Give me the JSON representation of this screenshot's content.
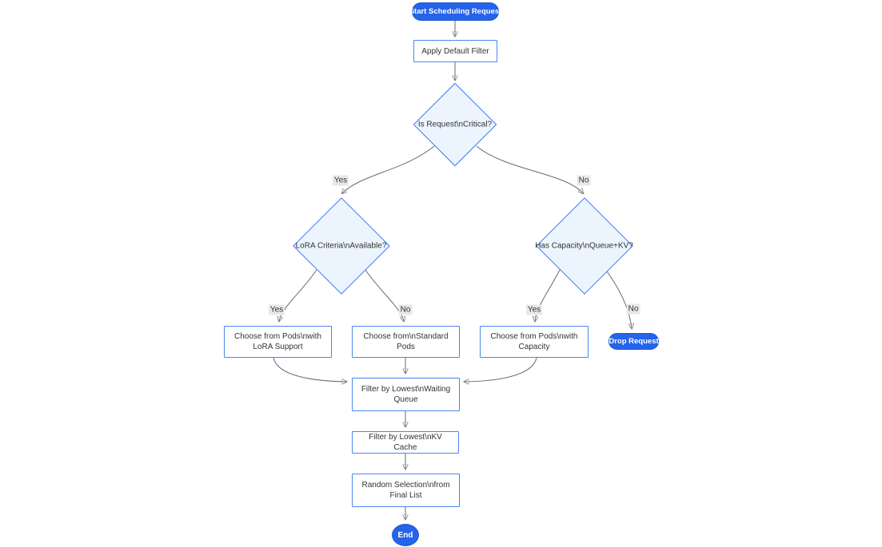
{
  "diagram": {
    "type": "flowchart",
    "orientation": "top-down",
    "colors": {
      "accent_fill": "#2563eb",
      "accent_border": "#2058c9",
      "decision_fill": "#ecf4fd",
      "node_border": "#4e86ec",
      "edge_line": "#666a70",
      "arrow_head": "#2f2f2f",
      "edge_label_bg": "#e8e8e8",
      "text_dark": "#333333",
      "text_light": "#ffffff",
      "background": "#ffffff"
    },
    "nodes": {
      "start": {
        "shape": "stadium",
        "label": "Start Scheduling Request"
      },
      "apply_default_filter": {
        "shape": "rect",
        "label": "Apply Default Filter"
      },
      "is_request_critical": {
        "shape": "diamond",
        "label": "Is Request\\nCritical?"
      },
      "lora_criteria_available": {
        "shape": "diamond",
        "label": "LoRA Criteria\\nAvailable?"
      },
      "has_capacity_queue_kv": {
        "shape": "diamond",
        "label": "Has Capacity\\nQueue+KV?"
      },
      "choose_pods_lora": {
        "shape": "rect",
        "label": [
          "Choose from Pods\\nwith",
          "LoRA Support"
        ]
      },
      "choose_standard_pods": {
        "shape": "rect",
        "label": [
          "Choose from\\nStandard",
          "Pods"
        ]
      },
      "choose_pods_capacity": {
        "shape": "rect",
        "label": [
          "Choose from Pods\\nwith",
          "Capacity"
        ]
      },
      "drop_request": {
        "shape": "stadium",
        "label": "Drop Request"
      },
      "filter_lowest_waiting_queue": {
        "shape": "rect",
        "label": [
          "Filter by Lowest\\nWaiting",
          "Queue"
        ]
      },
      "filter_lowest_kv_cache": {
        "shape": "rect",
        "label": "Filter by Lowest\\nKV Cache"
      },
      "random_selection_final_list": {
        "shape": "rect",
        "label": [
          "Random Selection\\nfrom",
          "Final List"
        ]
      },
      "end": {
        "shape": "circle",
        "label": "End"
      }
    },
    "edge_labels": {
      "critical_yes": "Yes",
      "critical_no": "No",
      "lora_yes": "Yes",
      "lora_no": "No",
      "capacity_yes": "Yes",
      "capacity_no": "No"
    }
  }
}
